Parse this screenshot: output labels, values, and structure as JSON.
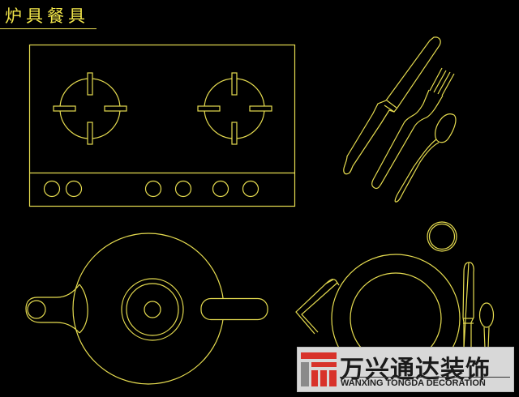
{
  "title": "炉具餐具",
  "colors": {
    "background": "#000000",
    "line": "#e6dc50",
    "title": "#f2e64a",
    "watermark_bg": "#d8d8d8",
    "watermark_red": "#d8322a",
    "watermark_text": "#1a1a1a"
  },
  "drawings": {
    "gas_stove": {
      "label": "gas-stove-plan",
      "burners": 2,
      "knobs": 6
    },
    "cutlery_set": {
      "items": [
        "knife",
        "fork",
        "spoon"
      ]
    },
    "teapot": {
      "label": "teapot-plan"
    },
    "place_setting": {
      "items": [
        "plate",
        "cup",
        "napkin",
        "knife",
        "spoon"
      ]
    }
  },
  "watermark": {
    "brand_cn": "万兴通达装饰",
    "brand_en": "WANXING TONGDA DECORATION"
  }
}
